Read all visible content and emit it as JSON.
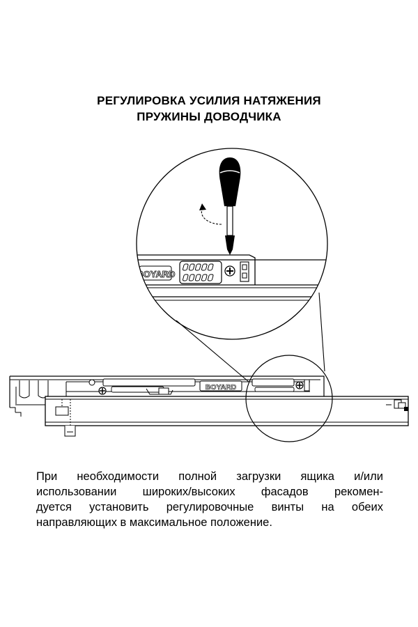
{
  "header": {
    "title_line_1": "РЕГУЛИРОВКА УСИЛИЯ НАТЯЖЕНИЯ",
    "title_line_2": "ПРУЖИНЫ ДОВОДЧИКА"
  },
  "diagram": {
    "brand_label": "BOYARD"
  },
  "body": {
    "lines": [
      "При необходимости полной загрузки ящика и/или",
      "использовании широких/высоких фасадов рекомен-",
      "дуется установить регулировочные винты на обеих",
      "направляющих в максимальное положение."
    ]
  }
}
